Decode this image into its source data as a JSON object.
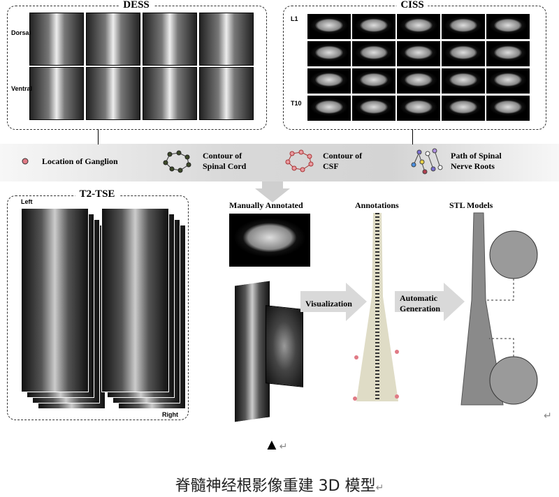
{
  "panels": {
    "dess": {
      "title": "DESS",
      "dorsal": "Dorsal",
      "ventral": "Ventral"
    },
    "ciss": {
      "title": "CISS",
      "top": "L1",
      "bottom": "T10"
    },
    "t2tse": {
      "title": "T2-TSE",
      "left": "Left",
      "right": "Right"
    }
  },
  "legend": [
    {
      "label": "Location of Ganglion",
      "color": "#e07a85"
    },
    {
      "label": "Contour of Spinal Cord",
      "color": "#3d4a2a"
    },
    {
      "label": "Contour of CSF",
      "color": "#e07a85"
    },
    {
      "label": "Path of Spinal Nerve Roots",
      "color": "#7a6fd0"
    }
  ],
  "pipeline": {
    "manual": "Manually Annotated",
    "annotations": "Annotations",
    "stl": "STL Models",
    "visualization": "Visualization",
    "automatic": "Automatic Generation"
  },
  "marker": "▲",
  "return_mark": "↵",
  "caption": "脊髓神经根影像重建 3D 模型"
}
